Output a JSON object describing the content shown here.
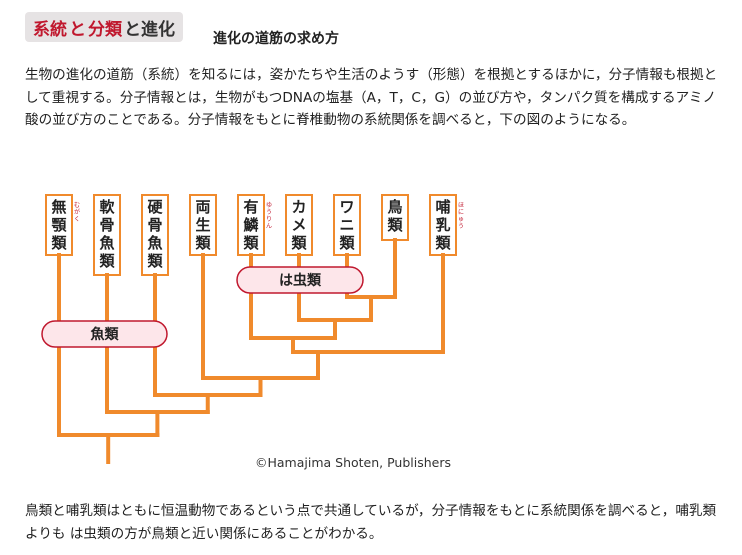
{
  "header": {
    "badge_part1": "系統",
    "badge_sep": "と",
    "badge_part2": "分類",
    "badge_suffix": "と進化",
    "section_title": "進化の道筋の求め方"
  },
  "paragraph1": "生物の進化の道筋（系統）を知るには，姿かたちや生活のようす（形態）を根拠とするほかに，分子情報も根拠として重視する。分子情報とは，生物がもつDNAの塩基（A，T，C，G）の並び方や，タンパク質を構成するアミノ酸の並び方のことである。分子情報をもとに脊椎動物の系統関係を調べると，下の図のようになる。",
  "diagram": {
    "taxa": [
      {
        "label": "無顎類",
        "ruby": "むがく"
      },
      {
        "label": "軟骨魚類",
        "ruby": ""
      },
      {
        "label": "硬骨魚類",
        "ruby": ""
      },
      {
        "label": "両生類",
        "ruby": ""
      },
      {
        "label": "有鱗類",
        "ruby": "ゆうりん"
      },
      {
        "label": "カメ類",
        "ruby": ""
      },
      {
        "label": "ワニ類",
        "ruby": ""
      },
      {
        "label": "鳥類",
        "ruby": ""
      },
      {
        "label": "哺乳類",
        "ruby": "ほにゅう"
      }
    ],
    "group_reptiles": "は虫類",
    "group_fish": "魚類",
    "line_color": "#f08a2c",
    "box_border": "#f08a2c",
    "pill_fill": "#fde6ea",
    "pill_border": "#c0182e"
  },
  "copyright": "©Hamajima Shoten, Publishers",
  "paragraph2": "鳥類と哺乳類はともに恒温動物であるという点で共通しているが，分子情報をもとに系統関係を調べると，哺乳類よりも は虫類の方が鳥類と近い関係にあることがわかる。"
}
